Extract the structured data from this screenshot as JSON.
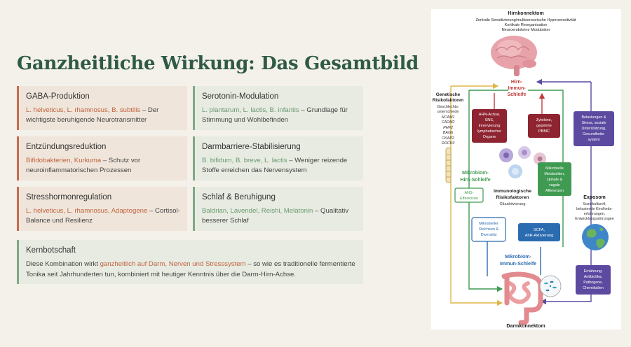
{
  "title": "Ganzheitliche Wirkung: Das Gesamtbild",
  "cards": [
    {
      "heading": "GABA-Produktion",
      "highlight": "L. helveticus, L. rhamnosus, B. subtilis",
      "text": " – Der wichtigste beruhigende Neurotransmitter"
    },
    {
      "heading": "Serotonin-Modulation",
      "highlight": "L. plantarum, L. lactis, B. infantis",
      "text": " – Grundlage für Stimmung und Wohlbefinden"
    },
    {
      "heading": "Entzündungsreduktion",
      "highlight": "Bifidobakterien, Kurkuma",
      "text": " – Schutz vor neuroinflammatorischen Prozessen"
    },
    {
      "heading": "Darmbarriere-Stabilisierung",
      "highlight": "B. bifidum, B. breve, L. lactis",
      "text": " – Weniger reizende Stoffe erreichen das Nervensystem"
    },
    {
      "heading": "Stresshormonregulation",
      "highlight": "L. helveticus, L. rhamnosus, Adaptogene",
      "text": " – Cortisol-Balance und Resilienz"
    },
    {
      "heading": "Schlaf & Beruhigung",
      "highlight": "Baldrian, Lavendel, Reishi, Melatonin",
      "text": " – Qualitativ besserer Schlaf"
    }
  ],
  "kern": {
    "heading": "Kernbotschaft",
    "pre": "Diese Kombination wirkt ",
    "highlight": "ganzheitlich auf Darm, Nerven und Stresssystem",
    "post": " – so wie es traditionelle fermentierte Tonika seit Jahrhunderten tun, kombiniert mit heutiger Kenntnis über die Darm-Hirn-Achse."
  },
  "figure": {
    "hirn_title": "Hirnkonnektom",
    "hirn_lines": [
      "Zentrale Sensitivierung/multisensorische Hypersensitivität",
      "Kortikale Reorganisation",
      "Neuroendokrine Modulation"
    ],
    "hirn_immun": [
      "Hirn-",
      "Immun-",
      "Schleife"
    ],
    "genetic_title": [
      "Genetische",
      "Risikofaktoren"
    ],
    "genetic_items": [
      "Geschlechts-",
      "unterschiede",
      "NCAM1",
      "CADM2",
      "PHF2",
      "BAG6",
      "CKAP2",
      "DOCK9"
    ],
    "hhn_box": [
      "HHN-Achse,",
      "SNS,",
      "Innervierung",
      "lymphatischer",
      "Organe"
    ],
    "zyto_box": [
      "Zytokine,",
      "geprimte",
      "PBMC"
    ],
    "belast_box": [
      "Belastungen &",
      "Stress, soziale",
      "Unterstützung,",
      "Gesundheits-",
      "system"
    ],
    "mikrobiom_hirn": [
      "Mikrobiom-",
      "Hirn-Schleife"
    ],
    "metab_box": [
      "Mikrobielle",
      "Metaboliten,",
      "spinale &",
      "vagale",
      "Afferenzen"
    ],
    "ans_box": [
      "ANS-",
      "Efferenzen"
    ],
    "immun_title": [
      "Immunologische",
      "Risikofaktoren"
    ],
    "immun_sub": "Gliaaktivierung",
    "exposom_title": "Exposom",
    "exposom_lines": [
      "Soziokulturell,",
      "belastende Kindheits-",
      "erfahrungen,",
      "Entwicklungsstörungen"
    ],
    "reichtum_box": [
      "Mikrobieller",
      "Reichtum &",
      "Diversität"
    ],
    "scfa_box": [
      "SCFA,",
      "AhR-Aktivierung"
    ],
    "mikrobiom_immun": [
      "Mikrobiom-",
      "Immun-Schleife"
    ],
    "ernaehrung_box": [
      "Ernährung,",
      "Antibiotika,",
      "Pathogene,",
      "Chemikalien"
    ],
    "darm_title": "Darmkonnektom",
    "colors": {
      "darkred": "#8e2430",
      "green": "#3f9a52",
      "blue": "#2b6bb0",
      "purple": "#5b4aa0",
      "yellow": "#e0b64a",
      "red": "#c03a3a"
    }
  }
}
